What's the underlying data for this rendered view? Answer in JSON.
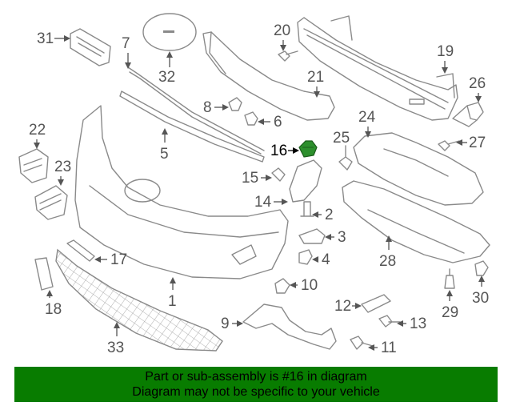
{
  "diagram": {
    "highlight_color": "#2d8f2d",
    "callouts": [
      "1",
      "2",
      "3",
      "4",
      "5",
      "6",
      "7",
      "8",
      "9",
      "10",
      "11",
      "12",
      "13",
      "14",
      "15",
      "16",
      "17",
      "18",
      "19",
      "20",
      "21",
      "22",
      "23",
      "24",
      "25",
      "26",
      "27",
      "28",
      "29",
      "30",
      "31",
      "32",
      "33"
    ],
    "highlighted_callout": "16"
  },
  "banner": {
    "color": "#087c00",
    "line1": "Part or sub-assembly is #16 in diagram",
    "line2": "Diagram may not be specific to your vehicle"
  }
}
